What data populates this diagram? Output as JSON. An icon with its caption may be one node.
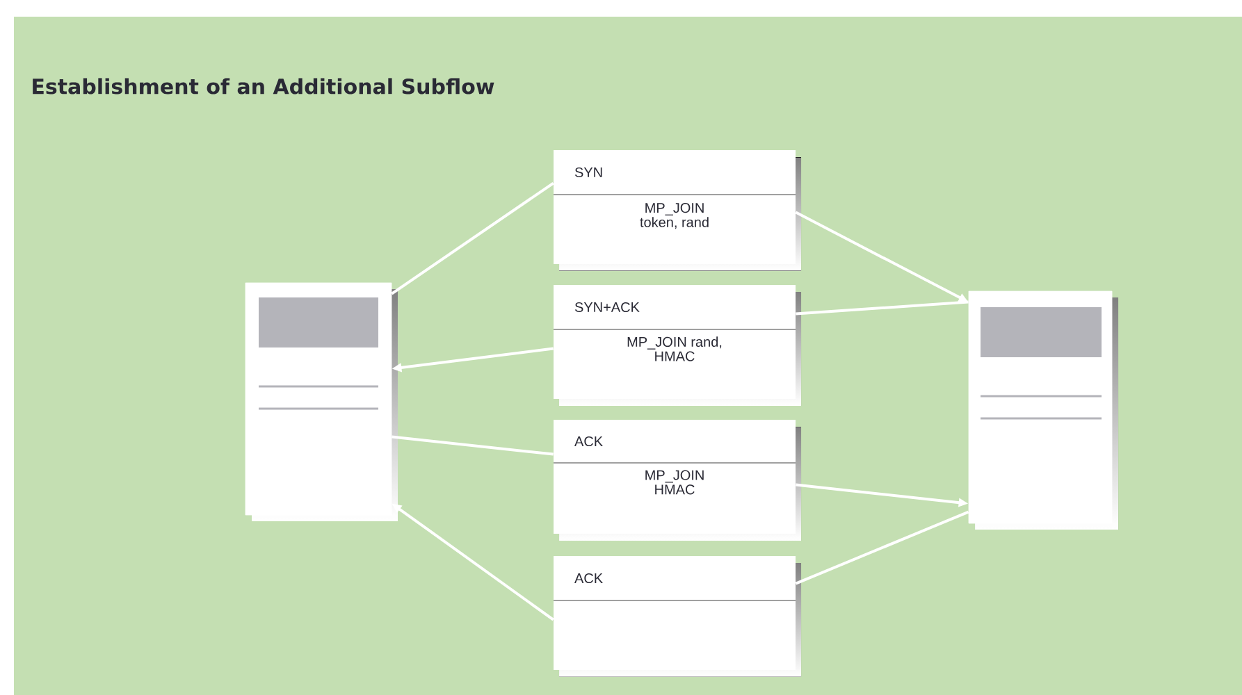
{
  "diagram": {
    "title": "Establishment of an Additional Subflow",
    "nodes": [
      {
        "text": [],
        "shape": "box"
      },
      {
        "text": [
          "SYN",
          "MP_JOIN token, rand"
        ]
      },
      {
        "text": [
          "SYN+ACK",
          "MP_JOIN rand, HMAC"
        ]
      },
      {
        "text": [
          "ACK",
          "MP_JOIN HMAC"
        ]
      },
      {
        "text": [
          "ACK"
        ]
      },
      {
        "text": [],
        "shape": "box"
      }
    ],
    "edges": [
      {
        "from": 0,
        "to": 1,
        "arrow": "none"
      },
      {
        "from": 1,
        "to": 5,
        "arrow": "to"
      },
      {
        "from": 5,
        "to": 2,
        "arrow": "none"
      },
      {
        "from": 2,
        "to": 0,
        "arrow": "to"
      },
      {
        "from": 0,
        "to": 3,
        "arrow": "none"
      },
      {
        "from": 3,
        "to": 5,
        "arrow": "to"
      },
      {
        "from": 5,
        "to": 4,
        "arrow": "none"
      },
      {
        "from": 4,
        "to": 0,
        "arrow": "to"
      }
    ]
  }
}
